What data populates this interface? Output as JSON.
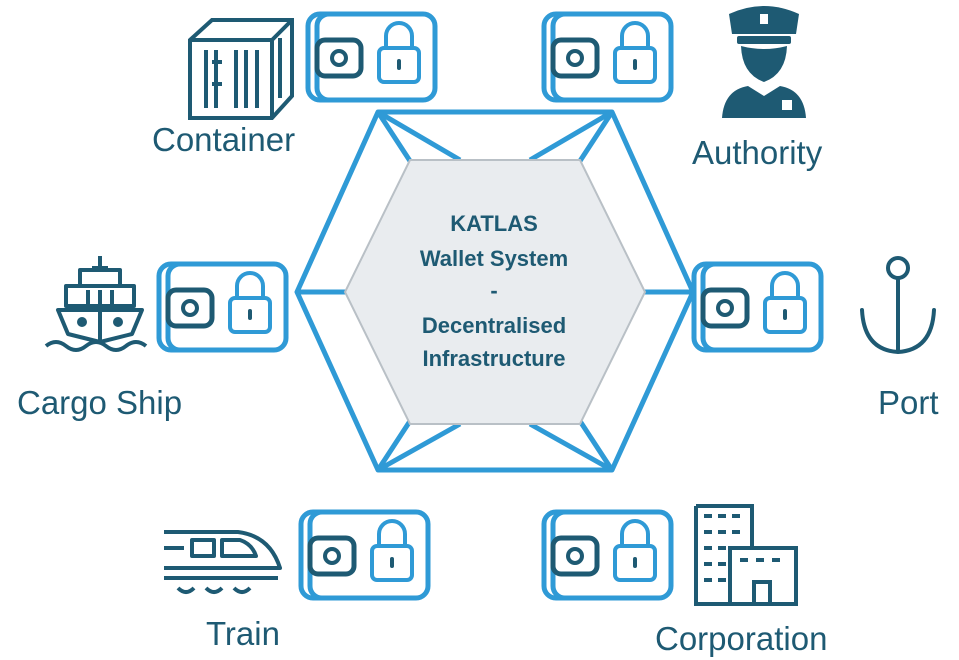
{
  "center": {
    "lines": [
      "KATLAS",
      "Wallet System",
      "-",
      "Decentralised",
      "Infrastructure"
    ]
  },
  "nodes": {
    "container": {
      "label": "Container",
      "icon": "shipping-container-icon"
    },
    "authority": {
      "label": "Authority",
      "icon": "police-officer-icon"
    },
    "cargo_ship": {
      "label": "Cargo Ship",
      "icon": "cargo-ship-icon"
    },
    "port": {
      "label": "Port",
      "icon": "anchor-icon"
    },
    "train": {
      "label": "Train",
      "icon": "train-icon"
    },
    "corporation": {
      "label": "Corporation",
      "icon": "office-building-icon"
    }
  },
  "wallet_icon": "wallet-lock-icon",
  "colors": {
    "network": "#2f9ad6",
    "icon": "#1e5a73",
    "hexagon_fill": "#e9ecef",
    "hexagon_stroke": "#b9c0c6"
  }
}
